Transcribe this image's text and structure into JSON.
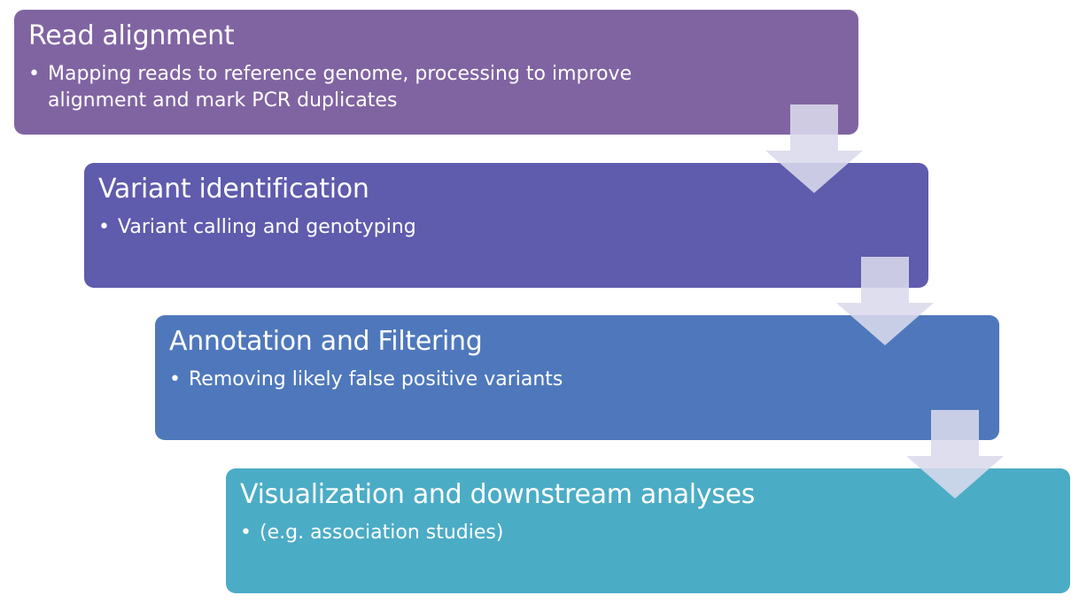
{
  "colors": {
    "step_read_alignment": "#8064A2",
    "step_variant_identification": "#5F5BAD",
    "step_annotation_filtering": "#4F78BC",
    "step_visualization": "#4BACC6",
    "arrow_fill": "#D9D9EC",
    "text": "#FFFFFF"
  },
  "steps": [
    {
      "title": "Read alignment",
      "bullets": [
        "Mapping reads to reference genome, processing to improve alignment and mark PCR duplicates"
      ]
    },
    {
      "title": "Variant identification",
      "bullets": [
        "Variant calling and genotyping"
      ]
    },
    {
      "title": "Annotation and Filtering",
      "bullets": [
        "Removing likely false positive variants"
      ]
    },
    {
      "title": "Visualization and downstream analyses",
      "bullets": [
        "(e.g. association studies)"
      ]
    }
  ],
  "connectors": [
    {
      "from": "Read alignment",
      "to": "Variant identification",
      "icon": "down-arrow-icon"
    },
    {
      "from": "Variant identification",
      "to": "Annotation and Filtering",
      "icon": "down-arrow-icon"
    },
    {
      "from": "Annotation and Filtering",
      "to": "Visualization and downstream analyses",
      "icon": "down-arrow-icon"
    }
  ]
}
